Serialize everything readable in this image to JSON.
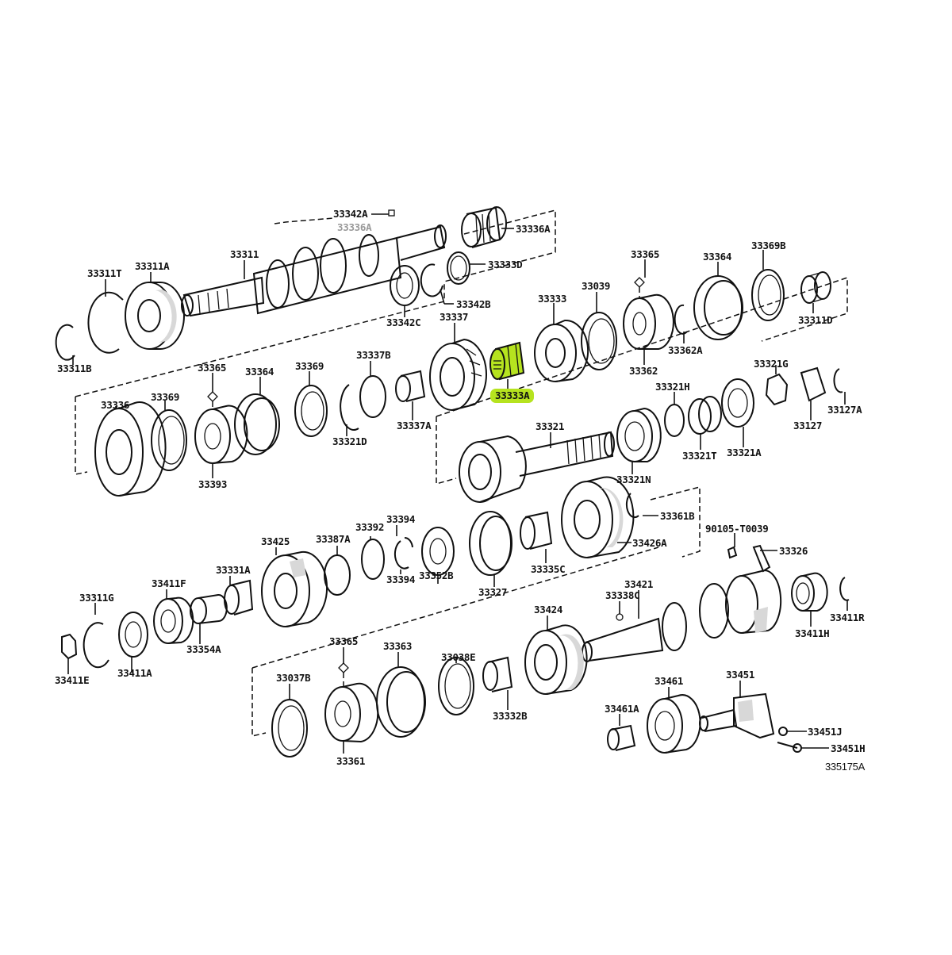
{
  "diagram": {
    "type": "exploded-parts-diagram",
    "subject": "Transfer / transmission gear assembly",
    "reference_code": "335175A",
    "highlight_color": "#b6e31f",
    "highlighted_part": "33333A",
    "parts": [
      {
        "id": "p1",
        "number": "33311T"
      },
      {
        "id": "p2",
        "number": "33311A"
      },
      {
        "id": "p3",
        "number": "33311"
      },
      {
        "id": "p4",
        "number": "33311B"
      },
      {
        "id": "p5",
        "number": "33342A"
      },
      {
        "id": "p6",
        "number": "33336A"
      },
      {
        "id": "p7",
        "number": "33336A"
      },
      {
        "id": "p8",
        "number": "33333D"
      },
      {
        "id": "p9",
        "number": "33342B"
      },
      {
        "id": "p10",
        "number": "33342C"
      },
      {
        "id": "p11",
        "number": "33337"
      },
      {
        "id": "p12",
        "number": "33333"
      },
      {
        "id": "p13",
        "number": "33039"
      },
      {
        "id": "p14",
        "number": "33365"
      },
      {
        "id": "p15",
        "number": "33364"
      },
      {
        "id": "p16",
        "number": "33369B"
      },
      {
        "id": "p17",
        "number": "33311D"
      },
      {
        "id": "p18",
        "number": "33362A"
      },
      {
        "id": "p19",
        "number": "33362"
      },
      {
        "id": "p20",
        "number": "33333A"
      },
      {
        "id": "p21",
        "number": "33337B"
      },
      {
        "id": "p22",
        "number": "33337A"
      },
      {
        "id": "p23",
        "number": "33321D"
      },
      {
        "id": "p24",
        "number": "33369"
      },
      {
        "id": "p25",
        "number": "33364"
      },
      {
        "id": "p26",
        "number": "33365"
      },
      {
        "id": "p27",
        "number": "33369"
      },
      {
        "id": "p28",
        "number": "33336"
      },
      {
        "id": "p29",
        "number": "33393"
      },
      {
        "id": "p30",
        "number": "33321G"
      },
      {
        "id": "p31",
        "number": "33321H"
      },
      {
        "id": "p32",
        "number": "33127A"
      },
      {
        "id": "p33",
        "number": "33127"
      },
      {
        "id": "p34",
        "number": "33321T"
      },
      {
        "id": "p35",
        "number": "33321A"
      },
      {
        "id": "p36",
        "number": "33321"
      },
      {
        "id": "p37",
        "number": "33321N"
      },
      {
        "id": "p38",
        "number": "33361B"
      },
      {
        "id": "p39",
        "number": "90105-T0039"
      },
      {
        "id": "p40",
        "number": "33326"
      },
      {
        "id": "p41",
        "number": "33426A"
      },
      {
        "id": "p42",
        "number": "33394"
      },
      {
        "id": "p43",
        "number": "33392"
      },
      {
        "id": "p44",
        "number": "33387A"
      },
      {
        "id": "p45",
        "number": "33425"
      },
      {
        "id": "p46",
        "number": "33331A"
      },
      {
        "id": "p47",
        "number": "33411F"
      },
      {
        "id": "p48",
        "number": "33311G"
      },
      {
        "id": "p49",
        "number": "33394"
      },
      {
        "id": "p50",
        "number": "33352B"
      },
      {
        "id": "p51",
        "number": "33327"
      },
      {
        "id": "p52",
        "number": "33335C"
      },
      {
        "id": "p53",
        "number": "33354A"
      },
      {
        "id": "p54",
        "number": "33411A"
      },
      {
        "id": "p55",
        "number": "33411E"
      },
      {
        "id": "p56",
        "number": "33338C"
      },
      {
        "id": "p57",
        "number": "33421"
      },
      {
        "id": "p58",
        "number": "33411H"
      },
      {
        "id": "p59",
        "number": "33411R"
      },
      {
        "id": "p60",
        "number": "33424"
      },
      {
        "id": "p61",
        "number": "33365"
      },
      {
        "id": "p62",
        "number": "33363"
      },
      {
        "id": "p63",
        "number": "33038E"
      },
      {
        "id": "p64",
        "number": "33037B"
      },
      {
        "id": "p65",
        "number": "33361"
      },
      {
        "id": "p66",
        "number": "33332B"
      },
      {
        "id": "p67",
        "number": "33461"
      },
      {
        "id": "p68",
        "number": "33461A"
      },
      {
        "id": "p69",
        "number": "33451"
      },
      {
        "id": "p70",
        "number": "33451J"
      },
      {
        "id": "p71",
        "number": "33451H"
      }
    ]
  }
}
